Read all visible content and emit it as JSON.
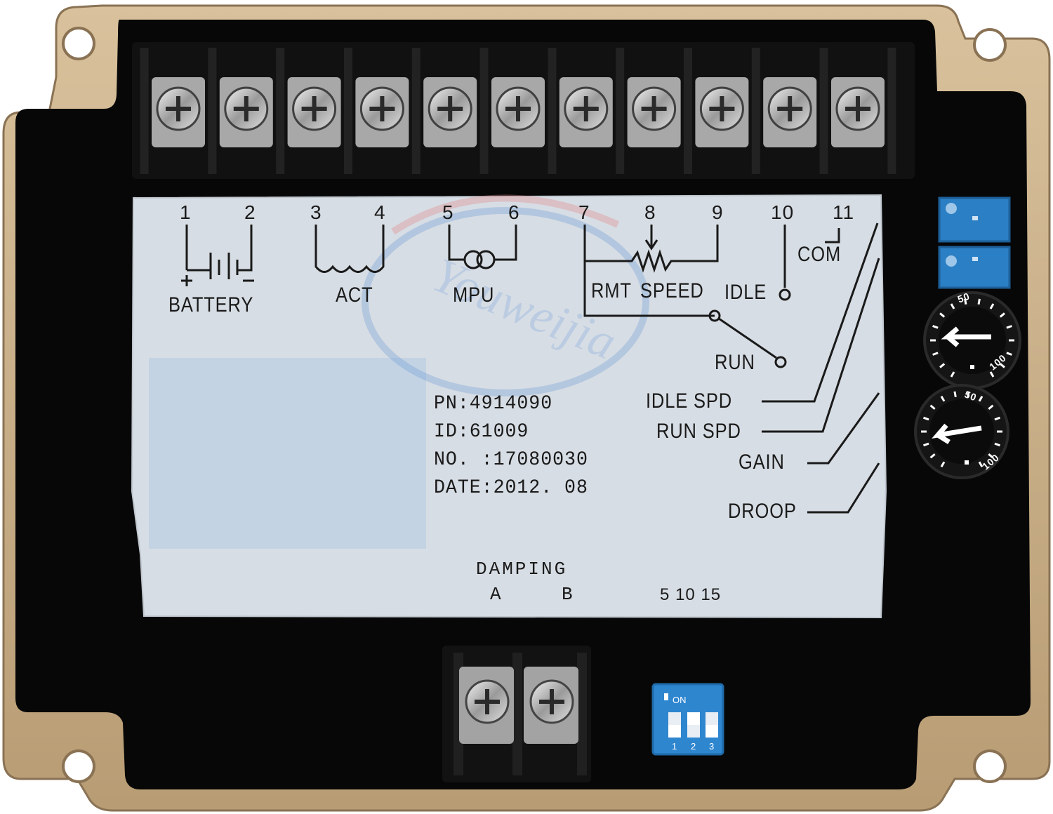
{
  "terminals": {
    "numbers": [
      "1",
      "2",
      "3",
      "4",
      "5",
      "6",
      "7",
      "8",
      "9",
      "10",
      "11"
    ]
  },
  "signals": {
    "battery": "BATTERY",
    "act": "ACT",
    "mpu": "MPU",
    "rmt": "RMT",
    "speed": "SPEED",
    "idle": "IDLE",
    "com": "COM",
    "run": "RUN",
    "idle_spd": "IDLE SPD",
    "run_spd": "RUN SPD",
    "gain": "GAIN",
    "droop": "DROOP"
  },
  "info": {
    "pn": "PN:4914090",
    "id": "ID:61009",
    "no": "NO. :17080030",
    "date": "DATE:2012. 08"
  },
  "damping": {
    "title": "DAMPING",
    "a": "A",
    "b": "B",
    "scale": "5 10 15"
  },
  "pots": {
    "scale_50": "50",
    "scale_100": "100"
  },
  "dip_switch": {
    "on": "ON",
    "positions": [
      "1",
      "2",
      "3"
    ]
  },
  "watermark": "Youweijia",
  "colors": {
    "housing": "#c9b08c",
    "body": "#070707",
    "label": "#d5dce3",
    "blue_pot": "#2b7fc4",
    "dip": "#2e86cf"
  }
}
